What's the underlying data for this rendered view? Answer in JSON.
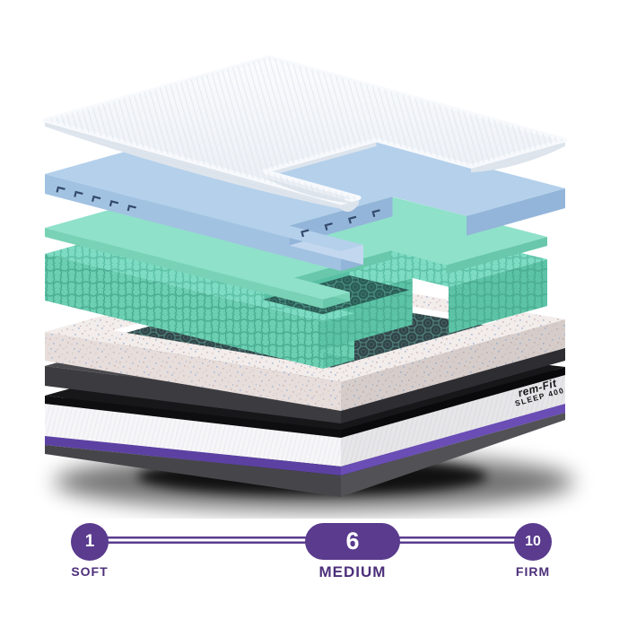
{
  "product": {
    "brand": "rem-Fit",
    "model": "SLEEP 400"
  },
  "firmness_scale": {
    "min": {
      "value": "1",
      "label": "SOFT"
    },
    "current": {
      "value": "6",
      "label": "MEDIUM"
    },
    "max": {
      "value": "10",
      "label": "FIRM"
    }
  },
  "palette": {
    "background": "#ffffff",
    "scale_purple": "#5a3b8e",
    "scale_label": "#4d2f7a",
    "scale_text": "#ffffff",
    "cover_top_light": "#fbfcfe",
    "cover_top_shade": "#e7ecf3",
    "cover_side": "#dde4ec",
    "cover_rib": "#d7dfe9",
    "blue_top": "#b4d0eb",
    "blue_left": "#a2c2e2",
    "blue_right": "#93b5d9",
    "blue_bite": "#c3d8ef",
    "blue_vent_mark": "#33496b",
    "green_top": "#8fe1c9",
    "green_left": "#79d2b6",
    "green_right": "#69c7ab",
    "mint_top": "#7ddcc3",
    "mint_cell_line": "#5bbfa4",
    "mint_left": "#6ccfb2",
    "mint_right": "#5dc3a7",
    "mint_wall_line": "#49ab90",
    "recess_floor": "#2b5c56",
    "recess_coil_line": "#478a7d",
    "recess_back_wall": "#57bfa4",
    "recess_left_wall": "#6fd0b5",
    "speckle_base": "#f2ecea",
    "speckle_side": "#e7dddb",
    "speckle_dot1": "#d8cdca",
    "speckle_dot2": "#a9bcd7",
    "speckle_dot3": "#93b2d8",
    "speckle_dot4": "#cdbab6",
    "frame_coil_base": "#32454a",
    "frame_coil_line": "#4d7a74",
    "gray_top": "#4b4b4f",
    "gray_left": "#3c3c40",
    "gray_right": "#2e2e32",
    "black_top": "#17171a",
    "black_left": "#0e0e10",
    "black_right": "#0a0a0c",
    "base_top": "#1d1d21",
    "base_white": "#f6f6f8",
    "base_weave": "#e9e9ef",
    "purple_band": "#5c41a3",
    "purple_band_right": "#6a4db5",
    "bevel": "#46464a",
    "bevel_right": "#515156",
    "label_ink": "#141417",
    "shadow": "#050505"
  }
}
